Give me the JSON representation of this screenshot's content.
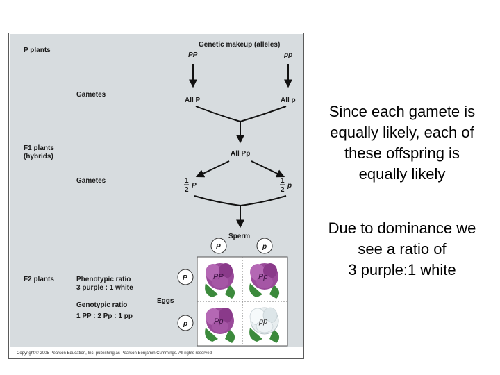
{
  "figure": {
    "labels": {
      "p_plants": "P plants",
      "genetic_makeup": "Genetic makeup (alleles)",
      "pp_left": "PP",
      "pp_right": "pp",
      "gametes1": "Gametes",
      "all_p_left": "All P",
      "all_p_right": "All p",
      "f1_line1": "F1 plants",
      "f1_line2": "(hybrids)",
      "all_pp": "All Pp",
      "gametes2": "Gametes",
      "half": "1",
      "half_den": "2",
      "half_left_allele": "P",
      "half_right_allele": "p",
      "sperm": "Sperm",
      "sperm_1": "P",
      "sperm_2": "p",
      "f2_plants": "F2 plants",
      "phenotypic_ratio": "Phenotypic ratio",
      "pheno_value": "3 purple : 1 white",
      "eggs": "Eggs",
      "egg_1": "P",
      "egg_2": "p",
      "genotypic_ratio": "Genotypic ratio",
      "geno_value": "1 PP : 2 Pp : 1 pp",
      "cell_tl": "PP",
      "cell_tr": "Pp",
      "cell_bl": "Pp",
      "cell_br": "pp",
      "copyright": "Copyright © 2005 Pearson Education, Inc. publishing as Pearson Benjamin Cummings. All rights reserved."
    }
  },
  "side_text": {
    "block1": [
      "Since each gamete is",
      "equally likely, each of",
      "these offspring is",
      "equally likely"
    ],
    "block2": [
      "Due to dominance we",
      "see a ratio of",
      "3 purple:1 white"
    ]
  },
  "colors": {
    "panel_bg": "#d7dcdf",
    "purple_flower": "#9a4a9a",
    "white_flower": "#e8eef0",
    "leaf": "#3c8a3c"
  }
}
